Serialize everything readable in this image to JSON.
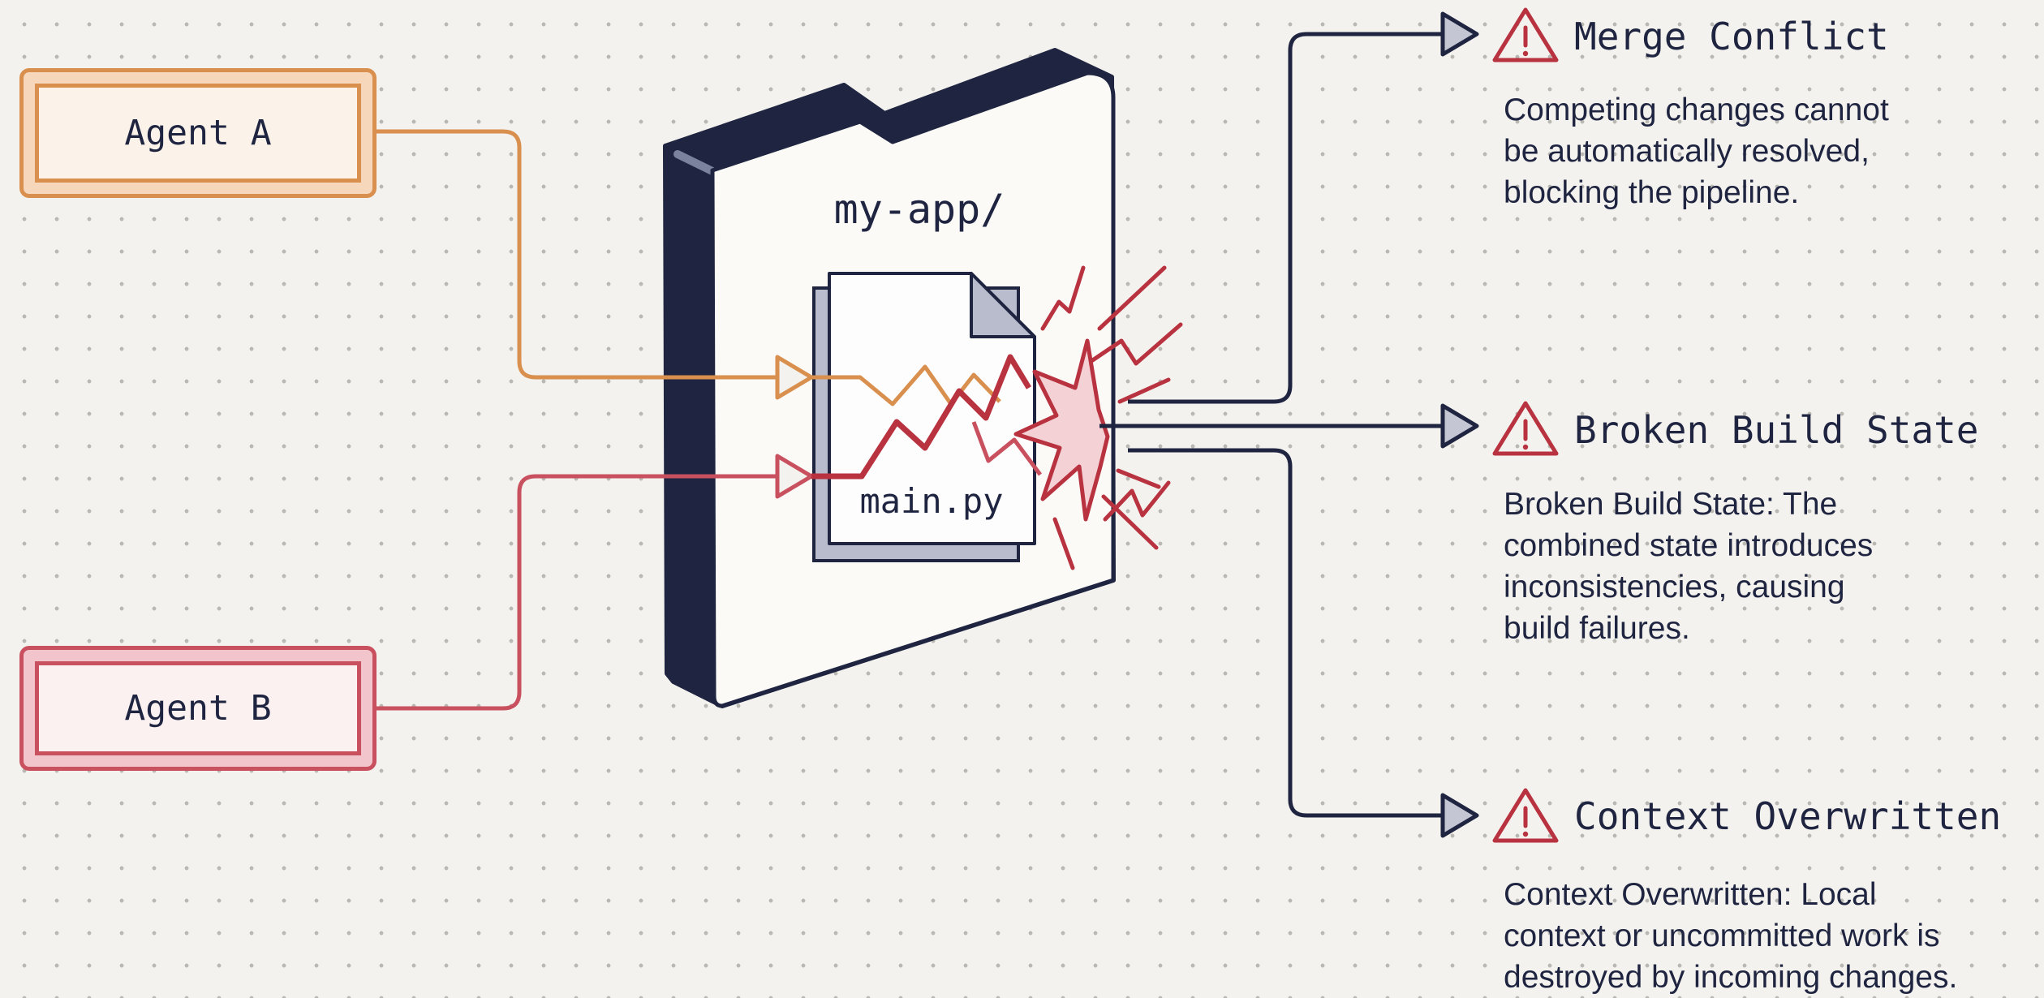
{
  "agents": {
    "agent_a": "Agent A",
    "agent_b": "Agent B"
  },
  "folder": {
    "name": "my-app/",
    "file_name": "main.py"
  },
  "outcomes": [
    {
      "title": "Merge Conflict",
      "description_lines": [
        "Competing changes cannot",
        "be automatically resolved,",
        "blocking the pipeline."
      ]
    },
    {
      "title": "Broken Build State",
      "description_lines": [
        "Broken Build State: The",
        "combined state introduces",
        "inconsistencies, causing",
        "build failures."
      ]
    },
    {
      "title": "Context Overwritten",
      "description_lines": [
        "Context Overwritten: Local",
        "context or uncommitted work is",
        "destroyed by incoming changes."
      ]
    }
  ],
  "colors": {
    "navy": "#1f2540",
    "orange": "#d98f4e",
    "red": "#c8505f",
    "warning": "#b8323f",
    "background": "#f3f2ee"
  },
  "icons": {
    "warning": "warning-triangle-icon",
    "arrow": "arrowhead-icon"
  }
}
